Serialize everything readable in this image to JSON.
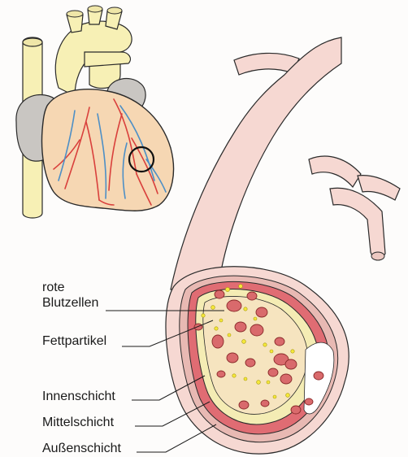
{
  "labels": {
    "red_blood_cells_line1": "rote",
    "red_blood_cells_line2": "Blutzellen",
    "fat_particles": "Fettpartikel",
    "inner_layer": "Innenschicht",
    "middle_layer": "Mittelschicht",
    "outer_layer": "Außenschicht"
  },
  "colors": {
    "heart_body": "#f6d7b3",
    "heart_outline": "#2a2a2a",
    "aorta_yellow": "#f7f0b5",
    "atrium_gray": "#c9c6c2",
    "artery_red": "#d9403c",
    "vein_blue": "#4d8fc6",
    "vessel_outer": "#f6d8d2",
    "vessel_middle": "#e8b9b3",
    "vessel_inner_red": "#e06c73",
    "plaque_yellow": "#f4ecb4",
    "blood_cell": "#d96a6c",
    "fat_particle": "#f5e83a"
  }
}
